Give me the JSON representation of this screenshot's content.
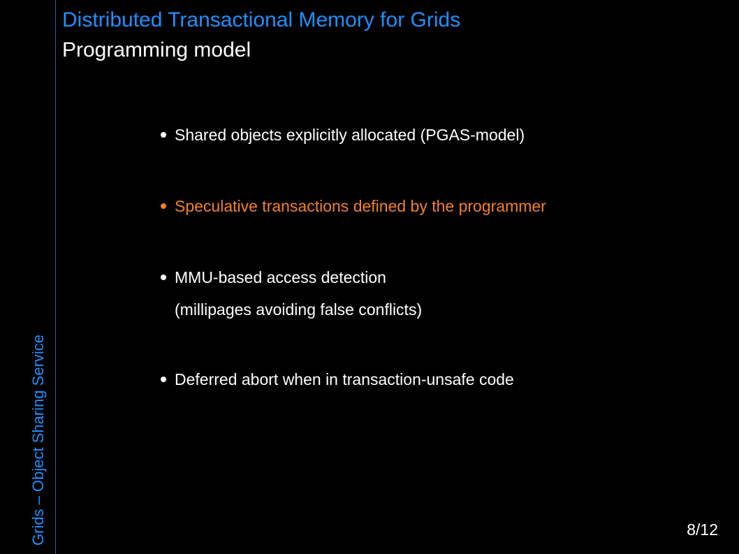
{
  "slide": {
    "title": "Distributed Transactional Memory for Grids",
    "subtitle": "Programming model",
    "side_label": "Grids – Object Sharing Service",
    "page_number": "8/12",
    "bullets": [
      {
        "text": "Shared objects explicitly allocated (PGAS-model)"
      },
      {
        "text": "Speculative transactions defined by the programmer"
      },
      {
        "text": "MMU-based access detection",
        "text2": "(millipages avoiding false conflicts)"
      },
      {
        "text": "Deferred abort when in transaction-unsafe code"
      }
    ]
  },
  "colors": {
    "background": "#000000",
    "accent_blue": "#1e90ff",
    "highlight_orange": "#f0802a",
    "text": "#ffffff"
  }
}
